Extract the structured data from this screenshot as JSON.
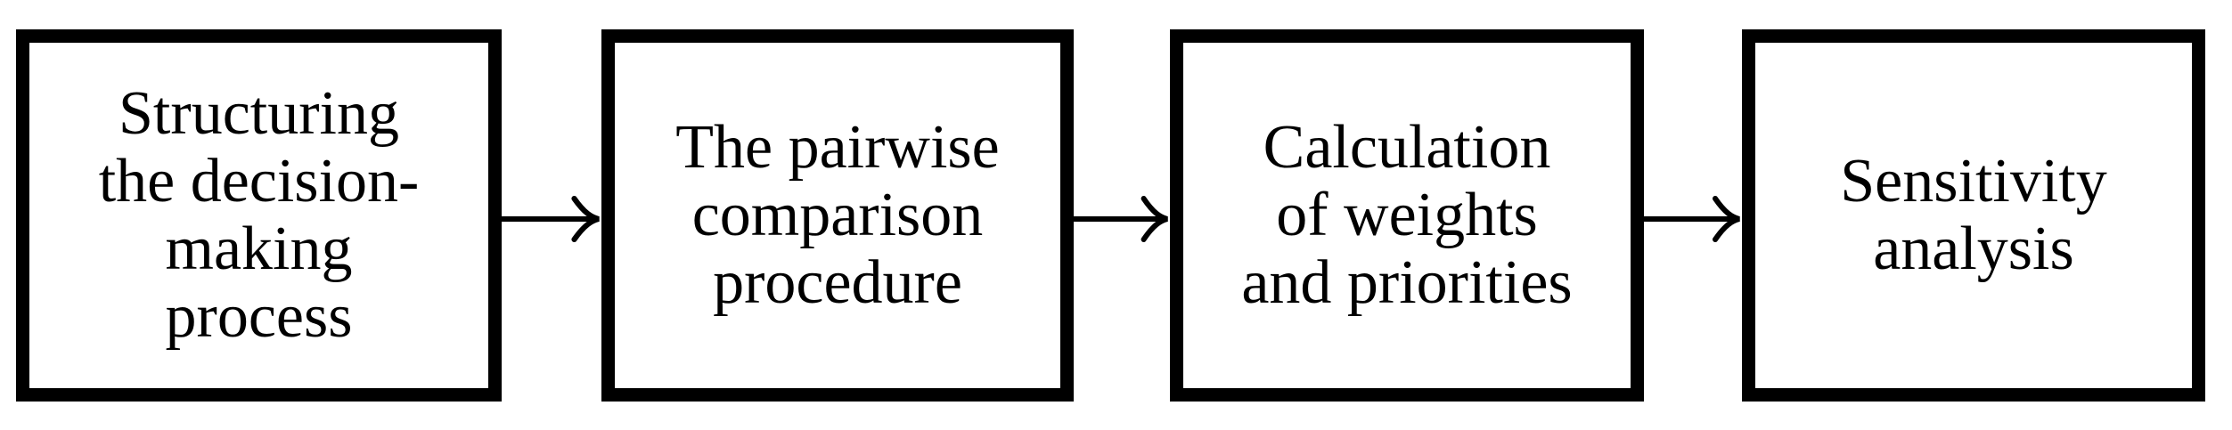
{
  "diagram": {
    "kind": "flowchart",
    "direction": "left-to-right",
    "colors": {
      "background": "#ffffff",
      "box_border": "#000000",
      "box_fill": "#ffffff",
      "text": "#000000",
      "arrow": "#000000"
    },
    "steps": [
      {
        "label": "Structuring the decision-making process",
        "lines": [
          "Structuring",
          "the decision-",
          "making",
          "process"
        ]
      },
      {
        "label": "The pairwise comparison procedure",
        "lines": [
          "The pairwise",
          "comparison",
          "procedure"
        ]
      },
      {
        "label": "Calculation of weights and priorities",
        "lines": [
          "Calculation",
          "of weights",
          "and priorities"
        ]
      },
      {
        "label": "Sensitivity analysis",
        "lines": [
          "Sensitivity",
          "analysis"
        ]
      }
    ],
    "connectors": [
      {
        "from": "Structuring the decision-making process",
        "to": "The pairwise comparison procedure",
        "type": "arrow-right"
      },
      {
        "from": "The pairwise comparison procedure",
        "to": "Calculation of weights and priorities",
        "type": "arrow-right"
      },
      {
        "from": "Calculation of weights and priorities",
        "to": "Sensitivity analysis",
        "type": "arrow-right"
      }
    ]
  }
}
